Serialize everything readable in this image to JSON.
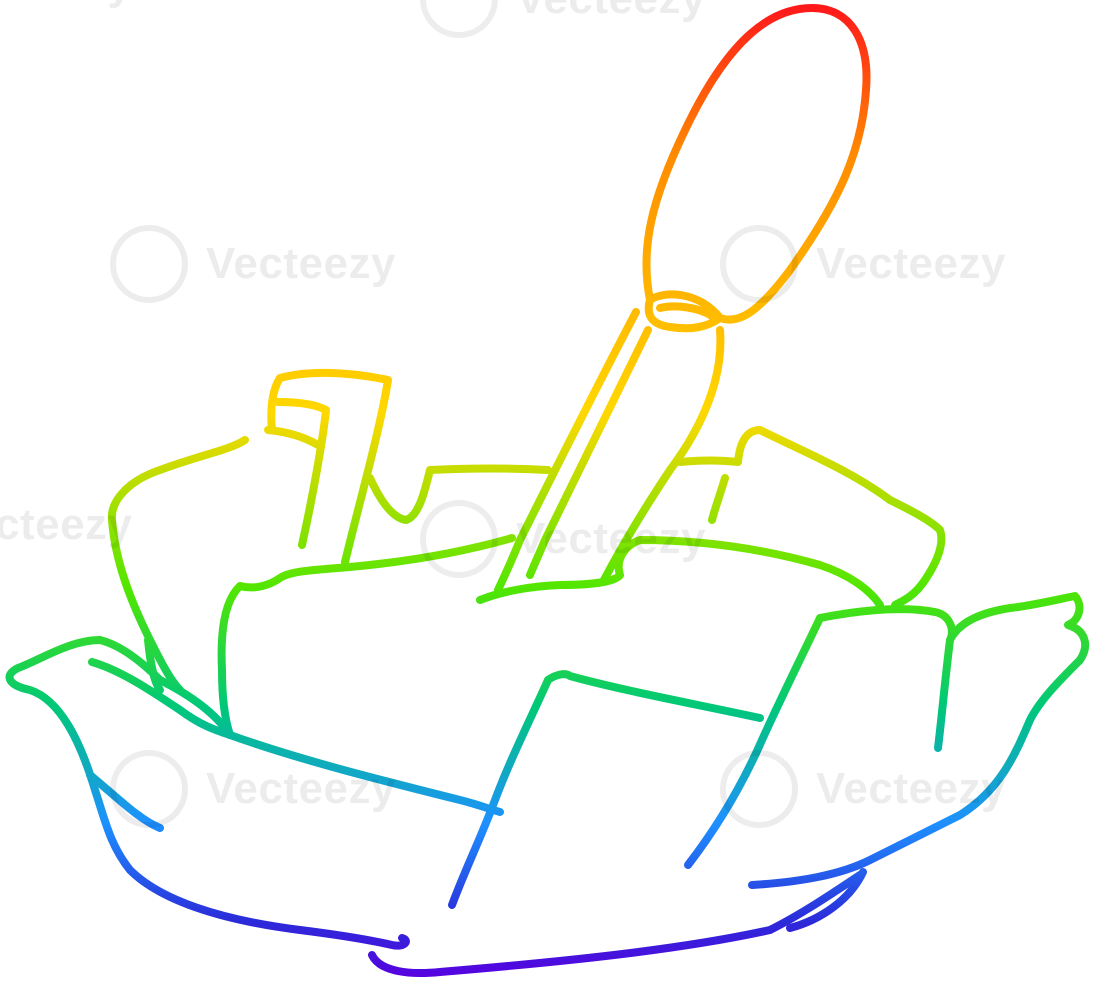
{
  "image": {
    "subject": "butter-with-knife-on-wrapper",
    "style": "rainbow-gradient line art"
  },
  "watermark": {
    "text": "Vecteezy",
    "partial_text": "ecteezy"
  },
  "colors": {
    "background": "#ffffff",
    "gradient": [
      "#ff1a1a",
      "#ff8c00",
      "#ffd800",
      "#52e600",
      "#00c878",
      "#1e90ff",
      "#2b2bd9",
      "#5a00e0"
    ]
  }
}
